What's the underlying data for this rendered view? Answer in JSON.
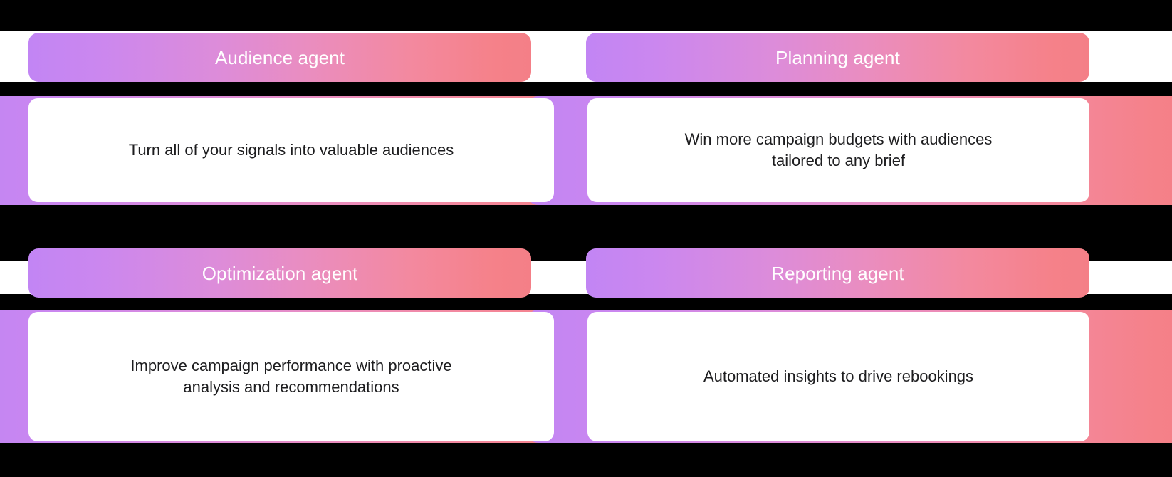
{
  "background_color": "#000000",
  "theme": {
    "gradient_start": "#c285f4",
    "gradient_mid": "#ea8dbf",
    "gradient_end": "#f47f87",
    "pill_text_color": "#ffffff",
    "card_surface_color": "#ffffff",
    "card_text_color": "#1d1d1f"
  },
  "agents": [
    {
      "id": "audience-agent",
      "title": "Audience agent",
      "description": "Turn all of your signals into valuable audiences"
    },
    {
      "id": "planning-agent",
      "title": "Planning agent",
      "description": "Win more campaign budgets with audiences\ntailored to any brief"
    },
    {
      "id": "optimization-agent",
      "title": "Optimization agent",
      "description": "Improve campaign performance with proactive\nanalysis and recommendations"
    },
    {
      "id": "reporting-agent",
      "title": "Reporting agent",
      "description": "Automated insights to drive rebookings"
    }
  ]
}
